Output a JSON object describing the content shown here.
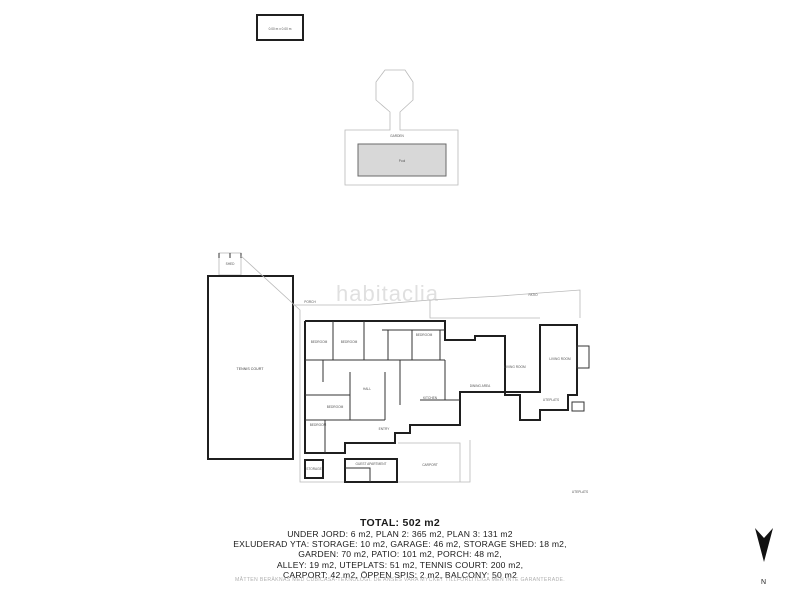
{
  "watermark": "habitaclia",
  "summary": {
    "total": "TOTAL: 502 m2",
    "lines": [
      "UNDER JORD: 6 m2, PLAN 2: 365 m2, PLAN 3: 131 m2",
      "EXLUDERAD YTA: STORAGE: 10 m2, GARAGE: 46 m2, STORAGE SHED: 18 m2,",
      "GARDEN: 70 m2, PATIO: 101 m2, PORCH: 48 m2,",
      "ALLEY: 19 m2, UTEPLATS: 51 m2, TENNIS COURT: 200 m2,",
      "CARPORT: 42 m2, ÖPPEN SPIS: 2 m2, BALCONY: 50 m2"
    ],
    "disclaimer": "MÅTTEN BERÄKNAS MED CUBICASA-TEKNOLOGI. DE ANSES VARA MYCKET TILLFÖRLITLIGA MEN INTE GARANTERADE."
  },
  "compass": {
    "label": "N"
  },
  "rooms": {
    "top_box": "0.00 m x 0.00 m",
    "garden": "GARDEN",
    "pool": "Pool",
    "tennis": "TENNIS COURT",
    "shed": "SHED",
    "porch": "PORCH",
    "patio": "PATIO",
    "bedroom": "BEDROOM",
    "living": "LIVING ROOM",
    "kitchen": "KITCHEN",
    "dining": "DINING AREA",
    "hall": "HALL",
    "carport": "CARPORT",
    "storage": "STORAGE",
    "guest": "GUEST APARTMENT",
    "entry": "ENTRY",
    "uteplats": "UTEPLATS"
  }
}
